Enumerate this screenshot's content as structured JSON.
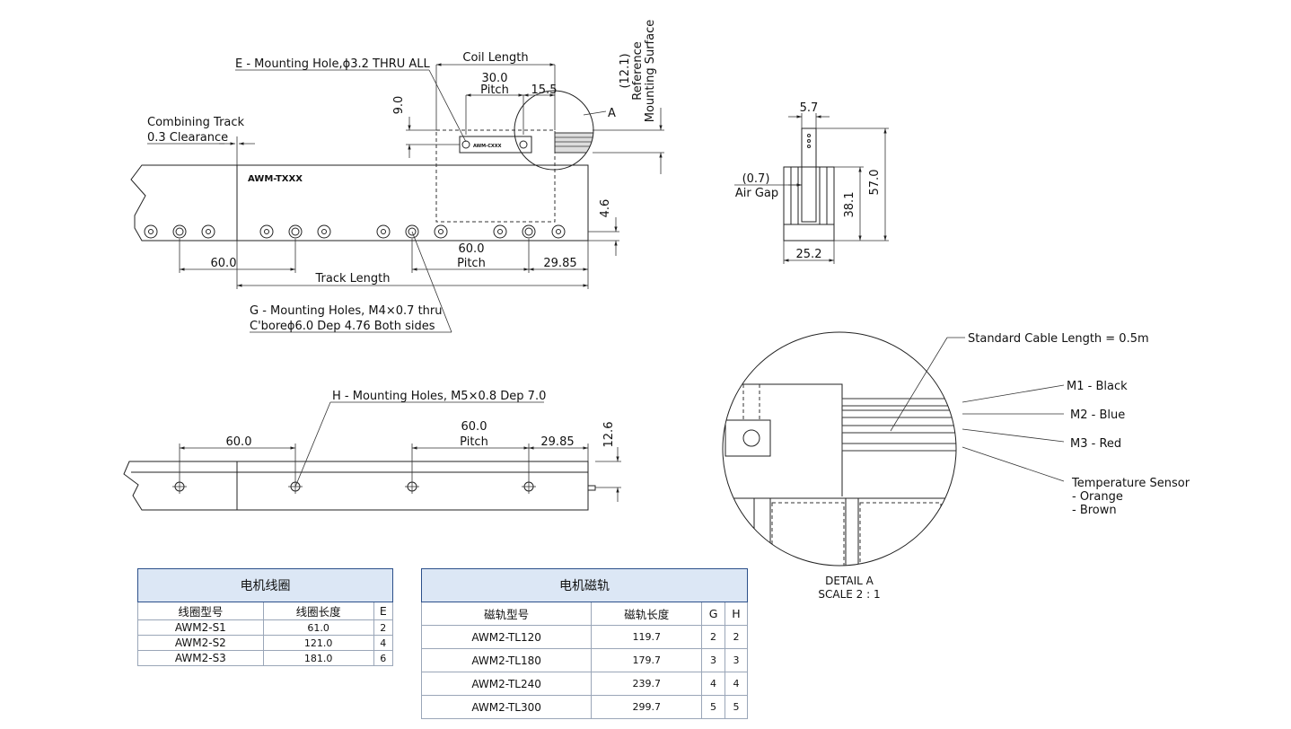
{
  "labels": {
    "coil_length": "Coil Length",
    "pitch_30": "30.0",
    "pitch_word": "Pitch",
    "dim_15_5": "15.5",
    "dim_9_0": "9.0",
    "ref_12_1": "(12.1)",
    "reference": "Reference",
    "mounting_surface": "Mounting Surface",
    "detail_marker": "A",
    "mounting_hole_e": "E - Mounting Hole,ϕ3.2 THRU ALL",
    "combining_track": "Combining Track",
    "clearance": "0.3 Clearance",
    "track_model": "AWM-TXXX",
    "coil_model": "AWM-CXXX",
    "dim_4_6": "4.6",
    "dim_60_left": "60.0",
    "dim_60_pitch": "60.0",
    "dim_29_85": "29.85",
    "track_length": "Track Length",
    "g_holes_1": "G - Mounting Holes, M4×0.7 thru",
    "g_holes_2": "C'boreϕ6.0 Dep 4.76 Both sides",
    "h_holes": "H - Mounting Holes, M5×0.8 Dep 7.0",
    "dim_12_6": "12.6",
    "side_5_7": "5.7",
    "side_air_gap_val": "(0.7)",
    "side_air_gap": "Air Gap",
    "side_38_1": "38.1",
    "side_57_0": "57.0",
    "side_25_2": "25.2",
    "cable_length": "Standard Cable Length = 0.5m",
    "m1": "M1 - Black",
    "m2": "M2 - Blue",
    "m3": "M3 - Red",
    "temp_sensor": "Temperature Sensor",
    "orange": "- Orange",
    "brown": "- Brown",
    "detail_a": "DETAIL A",
    "scale": "SCALE 2 : 1"
  },
  "coil_table": {
    "title": "电机线圈",
    "headers": [
      "线圈型号",
      "线圈长度",
      "E"
    ],
    "rows": [
      [
        "AWM2-S1",
        "61.0",
        "2"
      ],
      [
        "AWM2-S2",
        "121.0",
        "4"
      ],
      [
        "AWM2-S3",
        "181.0",
        "6"
      ]
    ]
  },
  "track_table": {
    "title": "电机磁轨",
    "headers": [
      "磁轨型号",
      "磁轨长度",
      "G",
      "H"
    ],
    "rows": [
      [
        "AWM2-TL120",
        "119.7",
        "2",
        "2"
      ],
      [
        "AWM2-TL180",
        "179.7",
        "3",
        "3"
      ],
      [
        "AWM2-TL240",
        "239.7",
        "4",
        "4"
      ],
      [
        "AWM2-TL300",
        "299.7",
        "5",
        "5"
      ]
    ]
  },
  "colors": {
    "table_border": "#2b4f8a",
    "table_header": "#dce7f5"
  }
}
